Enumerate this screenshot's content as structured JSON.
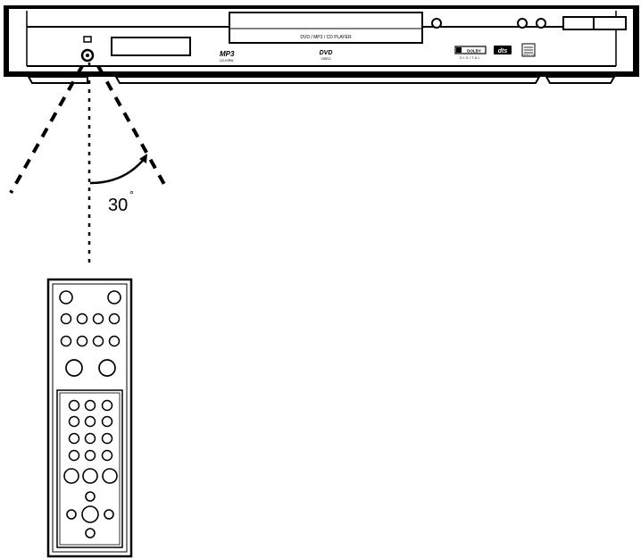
{
  "diagram": {
    "angle_value": "30",
    "angle_unit": "°",
    "player_labels": {
      "tray_text": "DVD / MP3 / CD PLAYER",
      "mp3_logo": "MP3",
      "mp3_sub": "CD-R/RW",
      "dvd_logo": "DVD",
      "dvd_sub": "VIDEO",
      "dolby_logo": "DOLBY",
      "dolby_sub": "DIGITAL",
      "dts_logo": "dts",
      "cd_logo": "COMPACT DISC"
    }
  }
}
